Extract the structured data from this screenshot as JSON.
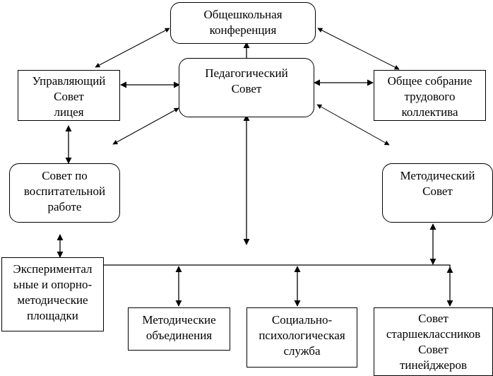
{
  "diagram": {
    "nodes": {
      "general_conference": {
        "lines": [
          "Общешкольная",
          "конференция"
        ]
      },
      "pedagogical_council": {
        "lines": [
          "Педагогический",
          "Совет"
        ]
      },
      "managing_council": {
        "lines": [
          "Управляющий",
          "Совет",
          "лицея"
        ]
      },
      "general_meeting": {
        "lines": [
          "Общее собрание",
          "трудового",
          "коллектива"
        ]
      },
      "upbringing_council": {
        "lines": [
          "Совет по",
          "воспитательной",
          "работе"
        ]
      },
      "methodical_council": {
        "lines": [
          "Методический",
          "Совет"
        ]
      },
      "experimental_sites": {
        "lines": [
          "Экспериментал",
          "ьные и опорно-",
          "методические",
          "площадки"
        ]
      },
      "methodical_associations": {
        "lines": [
          "Методические",
          "объединения"
        ]
      },
      "social_psych_service": {
        "lines": [
          "Социально-",
          "психологическая",
          "служба"
        ]
      },
      "senior_council": {
        "lines": [
          "Совет",
          "старшеклассников",
          "Совет",
          "тинейджеров"
        ]
      }
    },
    "edges": [
      {
        "from": "pedagogical_council",
        "to": "general_conference",
        "type": "one-way"
      },
      {
        "from": "general_conference",
        "to": "managing_council",
        "type": "two-way"
      },
      {
        "from": "general_conference",
        "to": "general_meeting",
        "type": "two-way"
      },
      {
        "from": "managing_council",
        "to": "pedagogical_council",
        "type": "two-way"
      },
      {
        "from": "pedagogical_council",
        "to": "general_meeting",
        "type": "two-way"
      },
      {
        "from": "pedagogical_council",
        "to": "upbringing_council",
        "type": "two-way"
      },
      {
        "from": "pedagogical_council",
        "to": "methodical_council",
        "type": "two-way"
      },
      {
        "from": "managing_council",
        "to": "upbringing_council",
        "type": "two-way"
      },
      {
        "from": "upbringing_council",
        "to": "experimental_sites",
        "type": "two-way"
      },
      {
        "from": "pedagogical_council",
        "to": "bus",
        "type": "two-way"
      },
      {
        "from": "methodical_council",
        "to": "bus",
        "type": "two-way"
      },
      {
        "from": "bus",
        "to": "methodical_associations",
        "type": "two-way"
      },
      {
        "from": "bus",
        "to": "social_psych_service",
        "type": "two-way"
      },
      {
        "from": "bus",
        "to": "senior_council",
        "type": "two-way"
      }
    ]
  }
}
